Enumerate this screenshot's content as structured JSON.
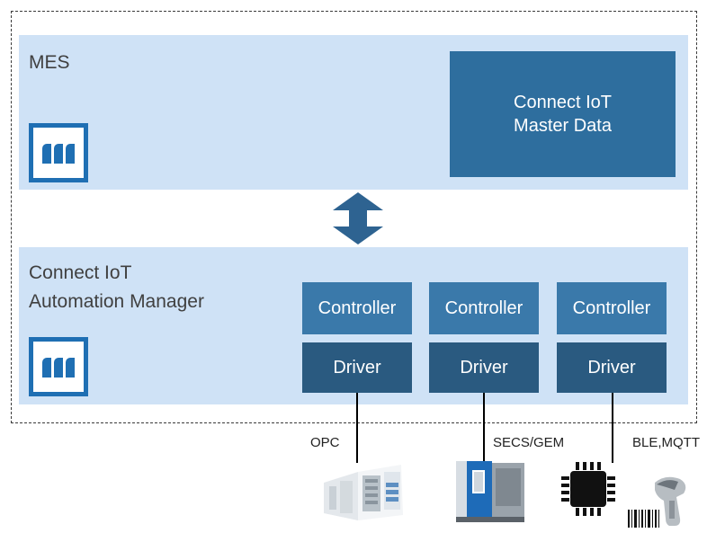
{
  "mes": {
    "title": "MES"
  },
  "master_data": {
    "line1": "Connect IoT",
    "line2": "Master Data"
  },
  "automation_manager": {
    "line1": "Connect IoT",
    "line2": "Automation Manager"
  },
  "stacks": [
    {
      "controller": "Controller",
      "driver": "Driver",
      "protocol": "OPC"
    },
    {
      "controller": "Controller",
      "driver": "Driver",
      "protocol": "SECS/GEM"
    },
    {
      "controller": "Controller",
      "driver": "Driver",
      "protocol": "BLE,MQTT"
    }
  ],
  "colors": {
    "panel": "#cfe2f6",
    "logo": "#1f6fb3",
    "master_data": "#2e6e9e",
    "controller": "#3a79aa",
    "driver": "#2a5a80",
    "arrow": "#2e6391"
  },
  "icons": [
    "system-logo-icon",
    "double-arrow-icon",
    "opc-machine-icon",
    "secs-gem-machine-icon",
    "chip-icon",
    "barcode-scanner-icon"
  ]
}
